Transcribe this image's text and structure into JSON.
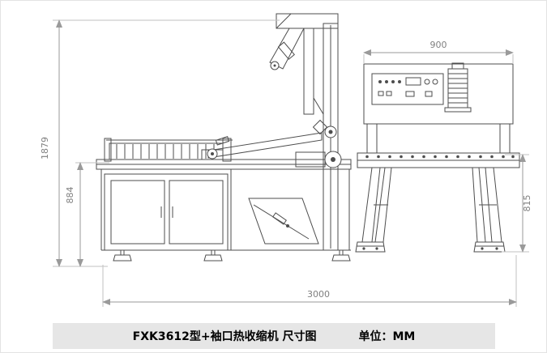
{
  "caption": {
    "title": "FXK3612型+袖口热收缩机 尺寸图",
    "unit_label": "单位：MM"
  },
  "dimensions": {
    "overall_height_mm": "1879",
    "table_height_mm": "884",
    "tunnel_top_width_mm": "900",
    "tunnel_conveyor_height_mm": "815",
    "overall_length_mm": "3000"
  },
  "colors": {
    "machine_line": "#4d4d4d",
    "dimension_line": "#9a9a9a",
    "dimension_text": "#7f7f7f",
    "caption_background": "#e6e6e6",
    "caption_text": "#000000",
    "background": "#ffffff"
  },
  "diagram": {
    "type": "technical-dimension-drawing",
    "left_machine": "FXK3612 sealing machine with film mast and cabinet",
    "right_machine": "sleeve heat-shrink tunnel on legs"
  }
}
